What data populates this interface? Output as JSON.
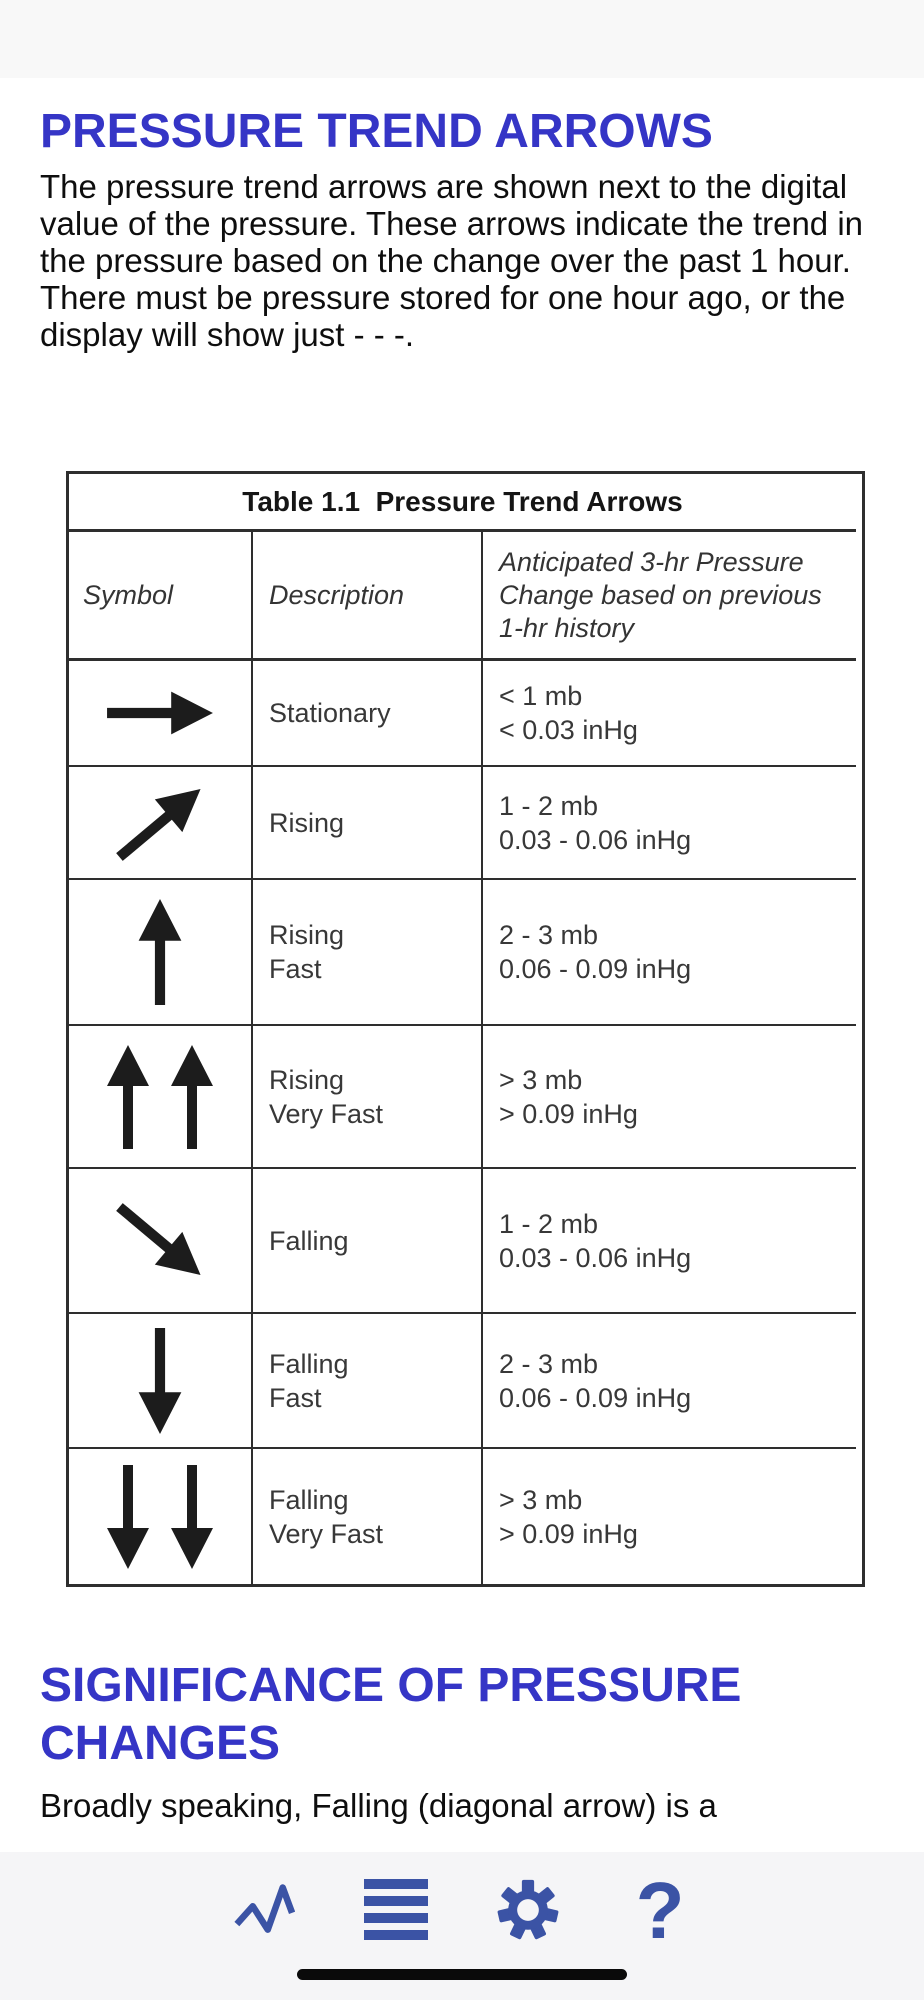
{
  "page": {
    "heading1": "PRESSURE TREND ARROWS",
    "intro": "The pressure trend arrows are shown next to the digital value of the pressure. These arrows indicate the trend in the pressure based on the change over the past 1 hour. There must be pressure stored for one hour ago, or the display will show just - - -.",
    "heading2": "SIGNIFICANCE OF PRESSURE CHANGES",
    "section2_text": "Broadly speaking, Falling (diagonal arrow) is a"
  },
  "table": {
    "caption": "Table 1.1  Pressure Trend Arrows",
    "columns": {
      "symbol": "Symbol",
      "description": "Description",
      "change": "Anticipated 3-hr Pressure Change based on previous 1-hr history"
    },
    "rows": [
      {
        "arrow": "right",
        "count": 1,
        "desc1": "Stationary",
        "desc2": "",
        "mb": "< 1 mb",
        "inhg": "< 0.03 inHg"
      },
      {
        "arrow": "up-right",
        "count": 1,
        "desc1": "Rising",
        "desc2": "",
        "mb": "1 - 2 mb",
        "inhg": "0.03 - 0.06 inHg"
      },
      {
        "arrow": "up",
        "count": 1,
        "desc1": "Rising",
        "desc2": "Fast",
        "mb": "2 - 3 mb",
        "inhg": "0.06 - 0.09 inHg"
      },
      {
        "arrow": "up",
        "count": 2,
        "desc1": "Rising",
        "desc2": "Very Fast",
        "mb": "> 3 mb",
        "inhg": "> 0.09 inHg"
      },
      {
        "arrow": "down-right",
        "count": 1,
        "desc1": "Falling",
        "desc2": "",
        "mb": "1 - 2 mb",
        "inhg": "0.03 - 0.06 inHg"
      },
      {
        "arrow": "down",
        "count": 1,
        "desc1": "Falling",
        "desc2": "Fast",
        "mb": "2 - 3 mb",
        "inhg": "0.06 - 0.09 inHg"
      },
      {
        "arrow": "down",
        "count": 2,
        "desc1": "Falling",
        "desc2": "Very Fast",
        "mb": "> 3 mb",
        "inhg": "> 0.09 inHg"
      }
    ]
  },
  "toolbar": {
    "help_glyph": "?"
  },
  "colors": {
    "heading_blue": "#3535C6",
    "icon_blue": "#3B53A5",
    "arrow_black": "#1c1c1c",
    "table_border": "#2E2E2E",
    "toolbar_bg": "#F5F5F7",
    "home_bar": "#0A0A0A"
  }
}
